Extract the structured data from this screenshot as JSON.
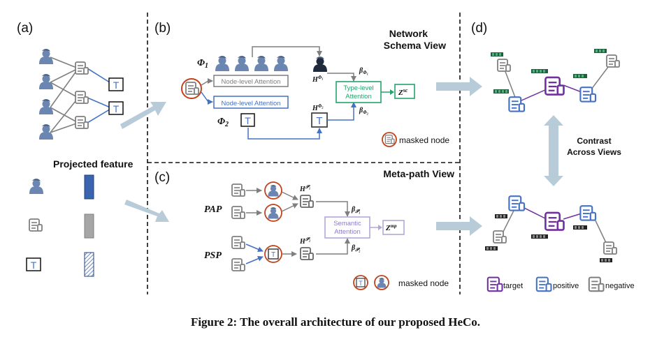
{
  "panels": {
    "a": "(a)",
    "b": "(b)",
    "c": "(c)",
    "d": "(d)"
  },
  "panel_a": {
    "projected_feature": "Projected feature"
  },
  "panel_b": {
    "title_line1": "Network",
    "title_line2": "Schema View",
    "phi1": "Φ",
    "phi1_sub": "1",
    "phi2": "Φ",
    "phi2_sub": "2",
    "node_attention_gray": "Node-level Attention",
    "node_attention_blue": "Node-level Attention",
    "type_attention_line1": "Type-level",
    "type_attention_line2": "Attention",
    "h_phi1": "H",
    "h_phi1_sup": "Φ₁",
    "h_phi2": "H",
    "h_phi2_sup": "Φ₂",
    "beta_phi1": "β",
    "beta_phi1_sub": "Φ₁",
    "beta_phi2": "β",
    "beta_phi2_sub": "Φ₂",
    "z_sc": "Z",
    "z_sc_sup": "sc",
    "masked_node": "masked node",
    "t_label": "T"
  },
  "panel_c": {
    "title": "Meta-path View",
    "pap": "PAP",
    "psp": "PSP",
    "h_p1": "H",
    "h_p1_sup": "𝒫₁",
    "h_p2": "H",
    "h_p2_sup": "𝒫₂",
    "beta_p1": "β",
    "beta_p1_sub": "𝒫₁",
    "beta_p2": "β",
    "beta_p2_sub": "𝒫₂",
    "semantic_line1": "Semantic",
    "semantic_line2": "Attention",
    "z_mp": "Z",
    "z_mp_sup": "mp",
    "masked_node": "masked node"
  },
  "panel_d": {
    "contrast_line1": "Contrast",
    "contrast_line2": "Across Views",
    "legend_target": "target",
    "legend_positive": "positive",
    "legend_negative": "negative"
  },
  "caption": "Figure 2: The overall architecture of our proposed HeCo.",
  "colors": {
    "gray": "#7f7f7f",
    "blue": "#4472c4",
    "purple": "#7030a0",
    "green": "#22a36b",
    "lavender": "#b4a7d6",
    "red_circle": "#c0431b",
    "author": "#6b86b0",
    "arrow": "#b8cbd8",
    "feature_blue": "#3b64b0",
    "feature_gray": "#a6a6a6",
    "dark_green": "#1f5f3f"
  }
}
